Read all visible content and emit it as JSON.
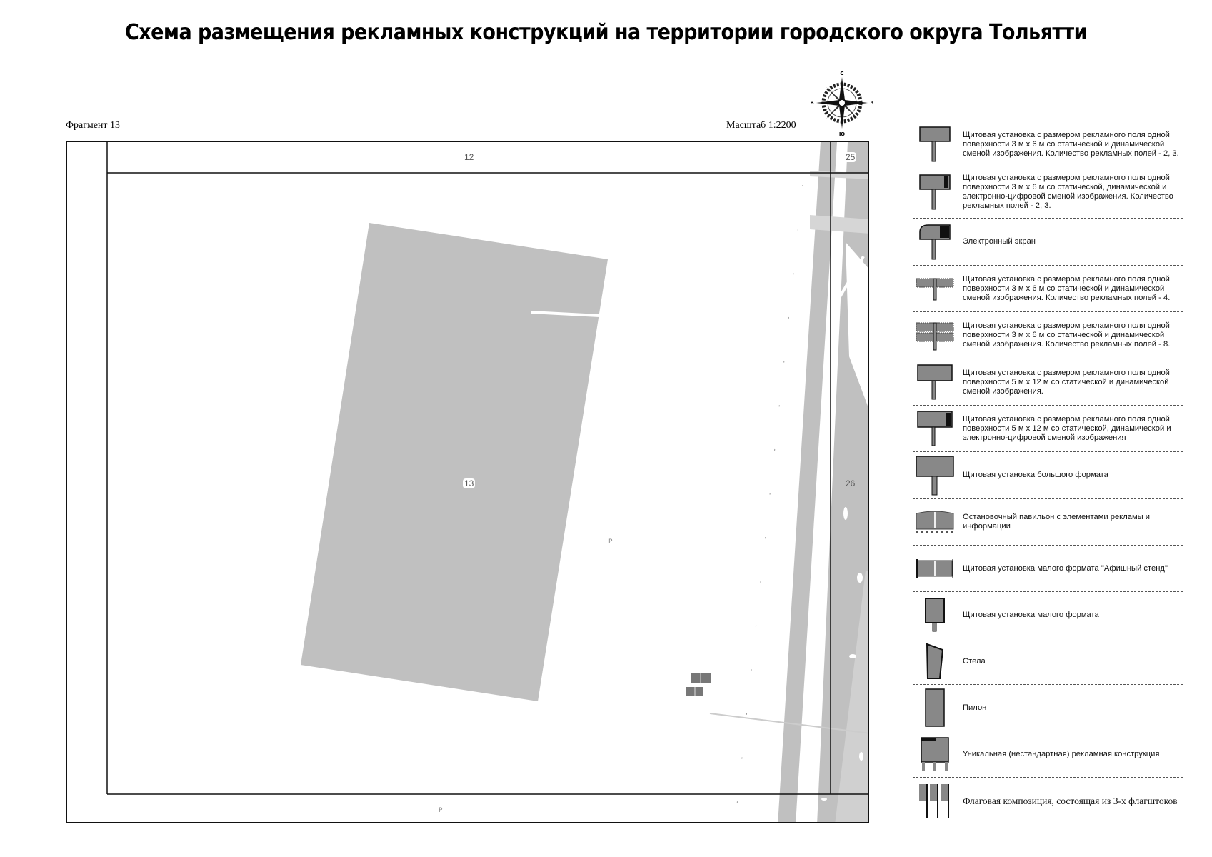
{
  "header": {
    "title": "Схема размещения рекламных конструкций на территории городского округа Тольятти",
    "fragment_label": "Фрагмент 13",
    "scale_label": "Масштаб 1:2200"
  },
  "compass": {
    "icon": "compass-rose-icon",
    "north": "С",
    "south": "Ю",
    "west": "В",
    "east": "З"
  },
  "map": {
    "sheets": [
      {
        "label": "12",
        "position": "top"
      },
      {
        "label": "25",
        "position": "top-right"
      },
      {
        "label": "13",
        "position": "center"
      },
      {
        "label": "26",
        "position": "right"
      }
    ],
    "markers": [
      {
        "type": "bus-stop-pavilion",
        "label": ""
      },
      {
        "type": "parking",
        "label": "P"
      },
      {
        "type": "parking",
        "label": "P"
      }
    ],
    "colors": {
      "building": "#c0c0c0",
      "road": "#c0c0c0",
      "frame": "#111111"
    }
  },
  "legend": {
    "items": [
      {
        "icon": "billboard-3x6-static-dynamic-icon",
        "text": "Щитовая установка с размером рекламного поля одной поверхности 3 м х 6 м со статической и динамической сменой изображения. Количество рекламных полей - 2, 3."
      },
      {
        "icon": "billboard-3x6-digital-icon",
        "text": "Щитовая установка с размером рекламного поля одной поверхности 3 м х 6 м со статической, динамической и электронно-цифровой сменой изображения. Количество рекламных полей - 2, 3."
      },
      {
        "icon": "electronic-screen-icon",
        "text": "Электронный экран"
      },
      {
        "icon": "billboard-3x6-4-fields-icon",
        "text": "Щитовая установка с размером рекламного поля одной поверхности 3 м х 6 м со статической и динамической сменой изображения. Количество рекламных полей - 4."
      },
      {
        "icon": "billboard-3x6-8-fields-icon",
        "text": "Щитовая установка с размером рекламного поля одной поверхности 3 м х 6 м со статической и динамической сменой изображения. Количество рекламных полей - 8."
      },
      {
        "icon": "billboard-5x12-static-dynamic-icon",
        "text": "Щитовая установка с размером рекламного поля одной поверхности 5 м х 12 м со статической и динамической сменой изображения."
      },
      {
        "icon": "billboard-5x12-digital-icon",
        "text": "Щитовая установка с размером рекламного поля одной поверхности 5 м х 12 м со статической, динамической и электронно-цифровой сменой изображения"
      },
      {
        "icon": "large-format-billboard-icon",
        "text": "Щитовая установка большого формата"
      },
      {
        "icon": "bus-stop-pavilion-icon",
        "text": "Остановочный павильон с элементами рекламы и информации"
      },
      {
        "icon": "poster-stand-icon",
        "text": "Щитовая установка малого формата \"Афишный стенд\""
      },
      {
        "icon": "small-format-billboard-icon",
        "text": "Щитовая установка малого формата"
      },
      {
        "icon": "stele-icon",
        "text": "Стела"
      },
      {
        "icon": "pylon-icon",
        "text": "Пилон"
      },
      {
        "icon": "unique-construction-icon",
        "text": "Уникальная (нестандартная) рекламная конструкция"
      },
      {
        "icon": "flag-composition-icon",
        "text": "Флаговая композиция, состоящая из 3-х флагштоков"
      }
    ]
  }
}
